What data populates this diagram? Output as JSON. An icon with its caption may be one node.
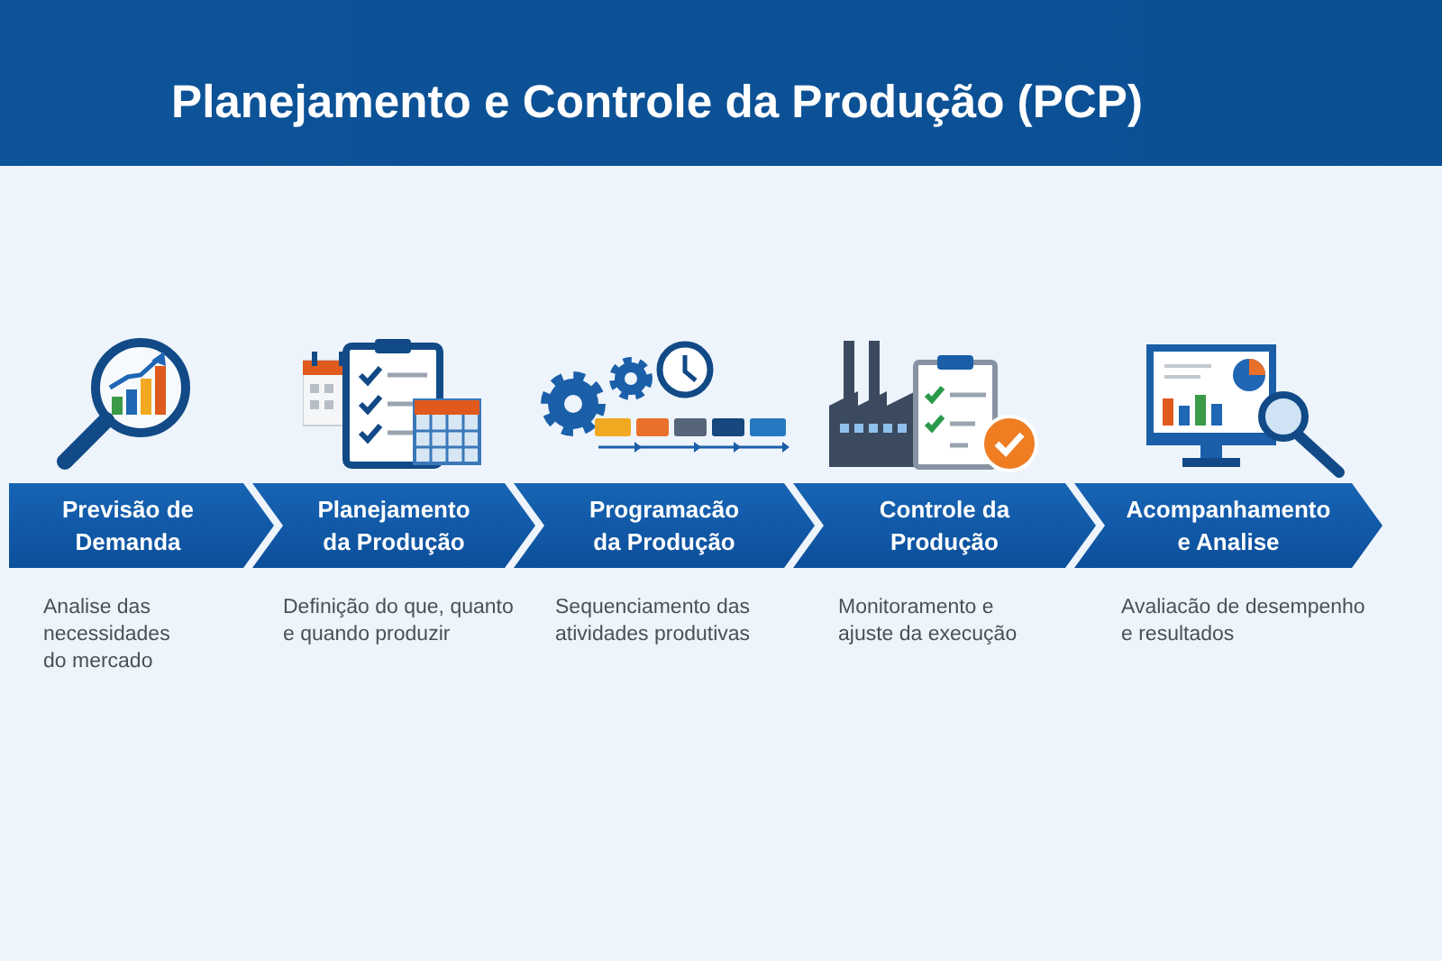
{
  "diagram": {
    "title": "Planejamento e Controle da Produção (PCP)",
    "nodes": [
      {
        "text": [
          "Previsão de Demanda"
        ],
        "beside": [
          "Analise das necessidades do mercado"
        ]
      },
      {
        "text": [
          "Planejamento da Produção"
        ],
        "beside": [
          "Definição do que, quanto e quando produzir"
        ]
      },
      {
        "text": [
          "Programacão da Produção"
        ],
        "beside": [
          "Sequenciamento das atividades produtivas"
        ]
      },
      {
        "text": [
          "Controle da Produção"
        ],
        "beside": [
          "Monitoramento e ajuste da execução"
        ]
      },
      {
        "text": [
          "Acompanhamento e Analise"
        ],
        "beside": [
          "Avaliacão de desempenho e resultados"
        ]
      }
    ]
  }
}
